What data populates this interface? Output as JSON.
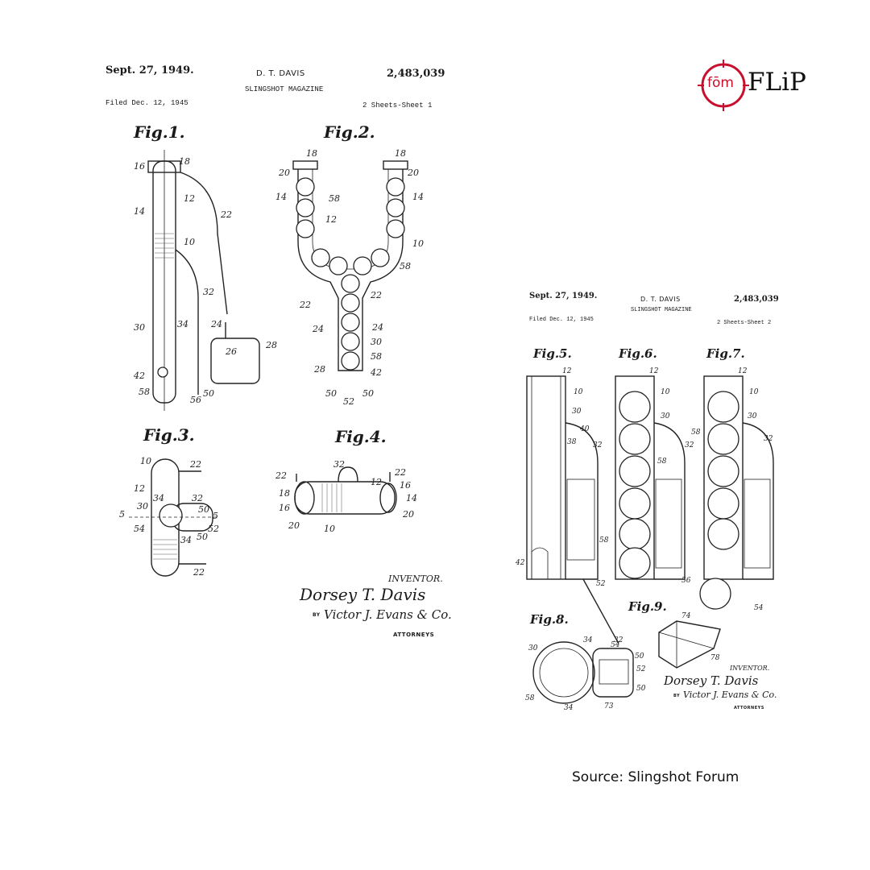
{
  "brand": {
    "logo_text_left": "fōm",
    "logo_text_right": "FLiP",
    "accent": "#c8102e"
  },
  "source_caption": "Source: Slingshot Forum",
  "sheet1": {
    "date": "Sept. 27, 1949.",
    "inventor_name": "D. T. DAVIS",
    "title": "SLINGSHOT MAGAZINE",
    "patent_no": "2,483,039",
    "filed": "Filed Dec. 12, 1945",
    "sheets": "2 Sheets-Sheet 1",
    "figures": [
      "Fig.1.",
      "Fig.2.",
      "Fig.3.",
      "Fig.4."
    ],
    "inventor_label": "INVENTOR.",
    "signature": "Dorsey T. Davis",
    "by": "BY",
    "attorney_sig": "Victor J. Evans & Co.",
    "attorneys_label": "ATTORNEYS"
  },
  "sheet2": {
    "date": "Sept. 27, 1949.",
    "inventor_name": "D. T. DAVIS",
    "title": "SLINGSHOT MAGAZINE",
    "patent_no": "2,483,039",
    "filed": "Filed Dec. 12, 1945",
    "sheets": "2 Sheets-Sheet 2",
    "figures": [
      "Fig.5.",
      "Fig.6.",
      "Fig.7.",
      "Fig.8.",
      "Fig.9."
    ],
    "inventor_label": "INVENTOR.",
    "signature": "Dorsey T. Davis",
    "by": "BY",
    "attorney_sig": "Victor J. Evans & Co.",
    "attorneys_label": "ATTORNEYS"
  }
}
